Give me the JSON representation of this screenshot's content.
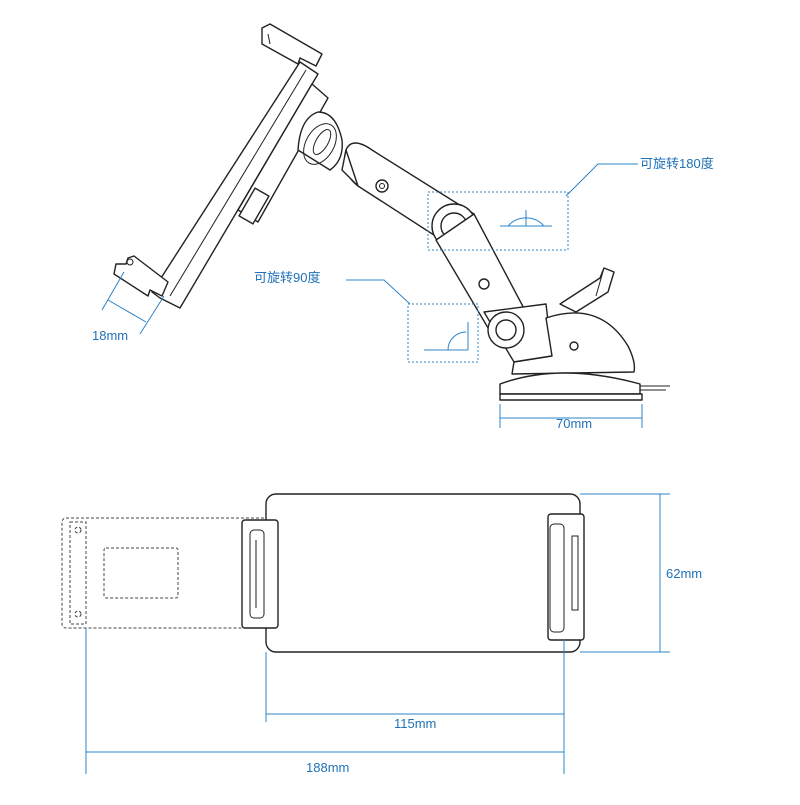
{
  "annotations": {
    "rotate_180": "可旋转180度",
    "rotate_90": "可旋转90度"
  },
  "dimensions": {
    "clamp_depth": "18mm",
    "base_width": "70mm",
    "height": "62mm",
    "closed_width": "115mm",
    "extended_width": "188mm"
  },
  "colors": {
    "dimension": "#2d84c9",
    "label": "#1f72b8",
    "outline": "#222222"
  }
}
